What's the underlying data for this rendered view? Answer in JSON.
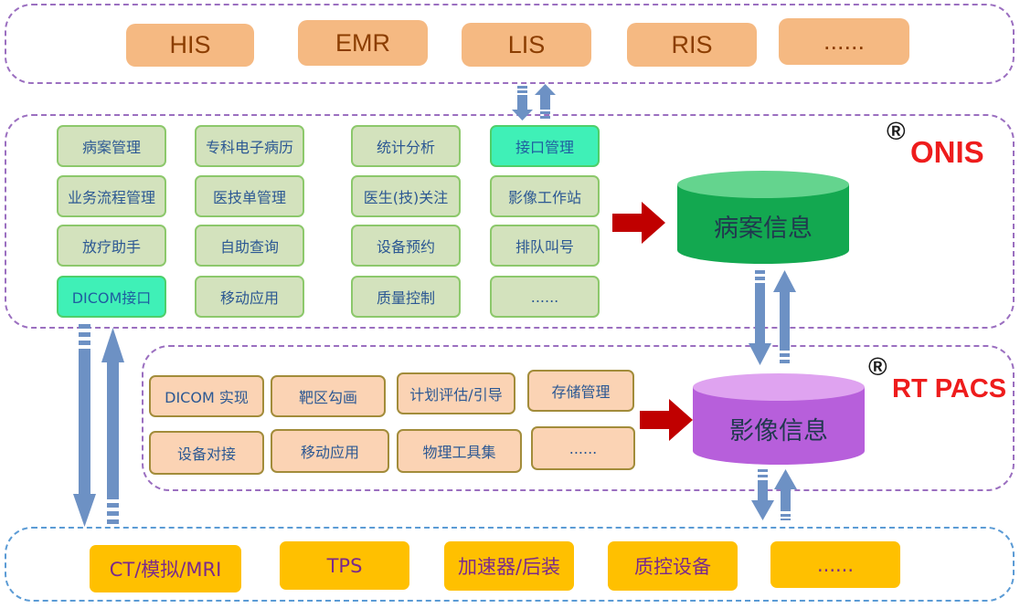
{
  "top_systems": [
    "HIS",
    "EMR",
    "LIS",
    "RIS",
    "......"
  ],
  "onis": {
    "label": "ONIS",
    "reg_mark": "®",
    "modules": [
      "病案管理",
      "专科电子病历",
      "统计分析",
      "接口管理",
      "业务流程管理",
      "医技单管理",
      "医生(技)关注",
      "影像工作站",
      "放疗助手",
      "自助查询",
      "设备预约",
      "排队叫号",
      "DICOM接口",
      "移动应用",
      "质量控制",
      "......"
    ],
    "db_label": "病案信息"
  },
  "rtpacs": {
    "label": "RT PACS",
    "reg_mark": "®",
    "modules": [
      "DICOM 实现",
      "靶区勾画",
      "计划评估/引导",
      "存储管理",
      "设备对接",
      "移动应用",
      "物理工具集",
      "......"
    ],
    "db_label": "影像信息"
  },
  "devices": [
    "CT/模拟/MRI",
    "TPS",
    "加速器/后装",
    "质控设备",
    "......"
  ],
  "colors": {
    "top_box": "#f5b982",
    "onis_module": "#d3e2bd",
    "onis_highlight": "#3ff0b7",
    "rtpacs_module": "#fbd3b4",
    "device_box": "#ffc000",
    "db_green": "#13a850",
    "db_purple": "#b75fdb",
    "arrow_red": "#c00000",
    "arrow_blue": "#6d91c4",
    "label_red": "#ee1c1c"
  }
}
